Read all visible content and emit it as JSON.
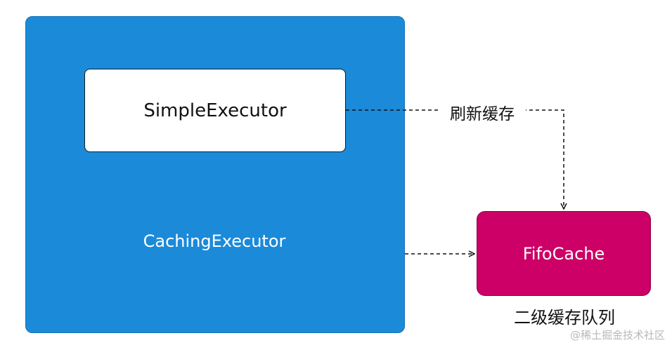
{
  "nodes": {
    "caching_executor": "CachingExecutor",
    "simple_executor": "SimpleExecutor",
    "fifo_cache": "FifoCache"
  },
  "labels": {
    "refresh_cache": "刷新缓存",
    "second_level_cache_queue": "二级缓存队列"
  },
  "watermark": "@稀土掘金技术社区",
  "colors": {
    "caching_box": "#1b8ad9",
    "simple_box": "#ffffff",
    "fifo_box": "#cc0066",
    "edge": "#111111"
  }
}
